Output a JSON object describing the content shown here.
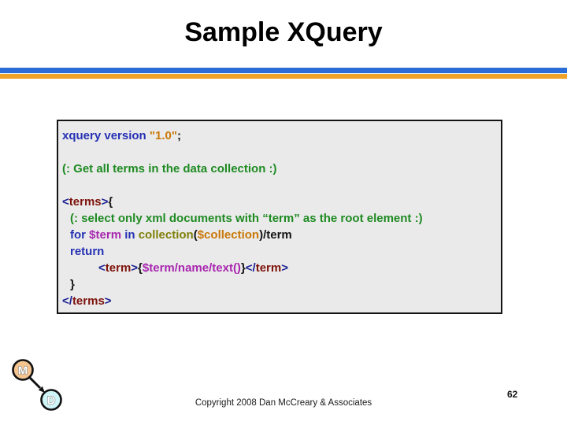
{
  "slide": {
    "title": "Sample XQuery",
    "footer": "Copyright 2008 Dan McCreary & Associates",
    "page_number": "62"
  },
  "colors": {
    "rule_blue": "#2B6CD6",
    "rule_orange": "#F0A228",
    "code_background": "#EAEAEA",
    "code_border": "#141414",
    "keyword": "#2531B4",
    "bracket": "#1B2193",
    "tag": "#7D120B",
    "variable": "#A826AF",
    "function": "#7F7F0A",
    "string": "#C97808",
    "comment": "#1E8B22",
    "plain": "#141414"
  },
  "logo": {
    "node_m_label": "M",
    "node_d_label": "D",
    "node_m_fill": "#F6C48F",
    "node_d_fill": "#CFF4F8",
    "node_border": "#111111",
    "arrow_color": "#111111"
  },
  "code": {
    "lines": [
      {
        "indent": 0,
        "tokens": [
          {
            "t": "xquery version ",
            "c": "keyword"
          },
          {
            "t": "\"1.0\"",
            "c": "string"
          },
          {
            "t": ";",
            "c": "plain"
          }
        ]
      },
      {
        "indent": 0,
        "tokens": []
      },
      {
        "indent": 0,
        "tokens": [
          {
            "t": "(: Get all terms in the data collection :)",
            "c": "comment"
          }
        ]
      },
      {
        "indent": 0,
        "tokens": []
      },
      {
        "indent": 0,
        "tokens": [
          {
            "t": "<",
            "c": "bracket"
          },
          {
            "t": "terms",
            "c": "tag"
          },
          {
            "t": ">",
            "c": "bracket"
          },
          {
            "t": "{",
            "c": "plain"
          }
        ]
      },
      {
        "indent": 10,
        "tokens": [
          {
            "t": "(: select only xml documents with “term” as the root element :)",
            "c": "comment"
          }
        ]
      },
      {
        "indent": 10,
        "tokens": [
          {
            "t": "for ",
            "c": "keyword"
          },
          {
            "t": "$term",
            "c": "variable"
          },
          {
            "t": " in ",
            "c": "keyword"
          },
          {
            "t": "collection",
            "c": "function"
          },
          {
            "t": "(",
            "c": "plain"
          },
          {
            "t": "$collection",
            "c": "string"
          },
          {
            "t": ")",
            "c": "plain"
          },
          {
            "t": "/term",
            "c": "plain"
          }
        ]
      },
      {
        "indent": 10,
        "tokens": [
          {
            "t": "return",
            "c": "keyword"
          }
        ]
      },
      {
        "indent": 46,
        "tokens": [
          {
            "t": "<",
            "c": "bracket"
          },
          {
            "t": "term",
            "c": "tag"
          },
          {
            "t": ">",
            "c": "bracket"
          },
          {
            "t": "{",
            "c": "plain"
          },
          {
            "t": "$term/name/text()",
            "c": "variable"
          },
          {
            "t": "}",
            "c": "plain"
          },
          {
            "t": "</",
            "c": "bracket"
          },
          {
            "t": "term",
            "c": "tag"
          },
          {
            "t": ">",
            "c": "bracket"
          }
        ]
      },
      {
        "indent": 10,
        "tokens": [
          {
            "t": "}",
            "c": "plain"
          }
        ]
      },
      {
        "indent": 0,
        "tokens": [
          {
            "t": "</",
            "c": "bracket"
          },
          {
            "t": "terms",
            "c": "tag"
          },
          {
            "t": ">",
            "c": "bracket"
          }
        ]
      }
    ]
  }
}
